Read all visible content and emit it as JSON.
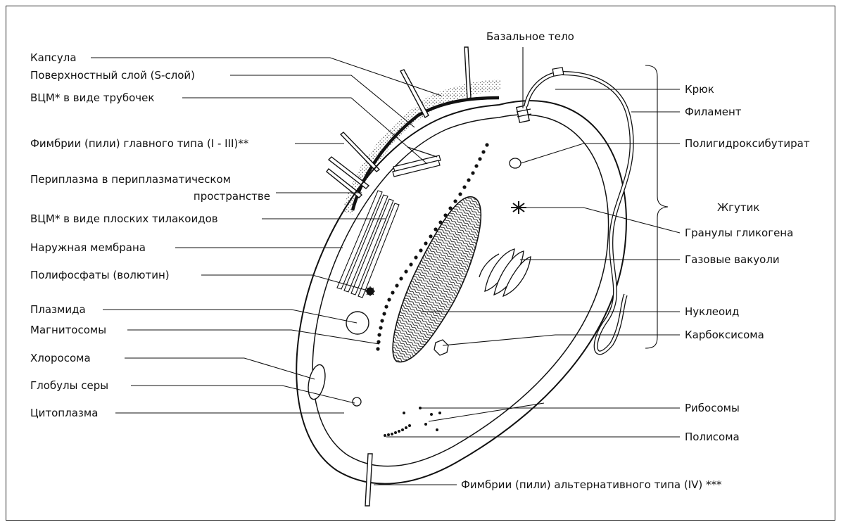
{
  "title": "",
  "labels": {
    "capsule": "Капсула",
    "s_layer": "Поверхностный слой (S-слой)",
    "icm_tubes": "ВЦМ* в виде трубочек",
    "fimbriae_main": "Фимбрии (пили) главного типа (I - III)**",
    "periplasm_1": "Периплазма в периплазматическом",
    "periplasm_2": "пространстве",
    "icm_thylakoids": "ВЦМ* в виде плоских тилакоидов",
    "outer_membrane": "Наружная мембрана",
    "polyphosphates": "Полифосфаты (волютин)",
    "plasmid": "Плазмида",
    "magnetosomes": "Магнитосомы",
    "chlorosome": "Хлоросома",
    "sulfur_globules": "Глобулы серы",
    "cytoplasm": "Цитоплазма",
    "basal_body": "Базальное тело",
    "hook": "Крюк",
    "filament": "Филамент",
    "phb": "Полигидроксибутират",
    "flagellum": "Жгутик",
    "glycogen": "Гранулы гликогена",
    "gas_vacuoles": "Газовые вакуоли",
    "nucleoid": "Нуклеоид",
    "carboxysome": "Карбоксисома",
    "ribosomes": "Рибосомы",
    "polysome": "Полисома",
    "fimbriae_alt": "Фимбрии (пили) альтернативного типа (IV) ***"
  }
}
